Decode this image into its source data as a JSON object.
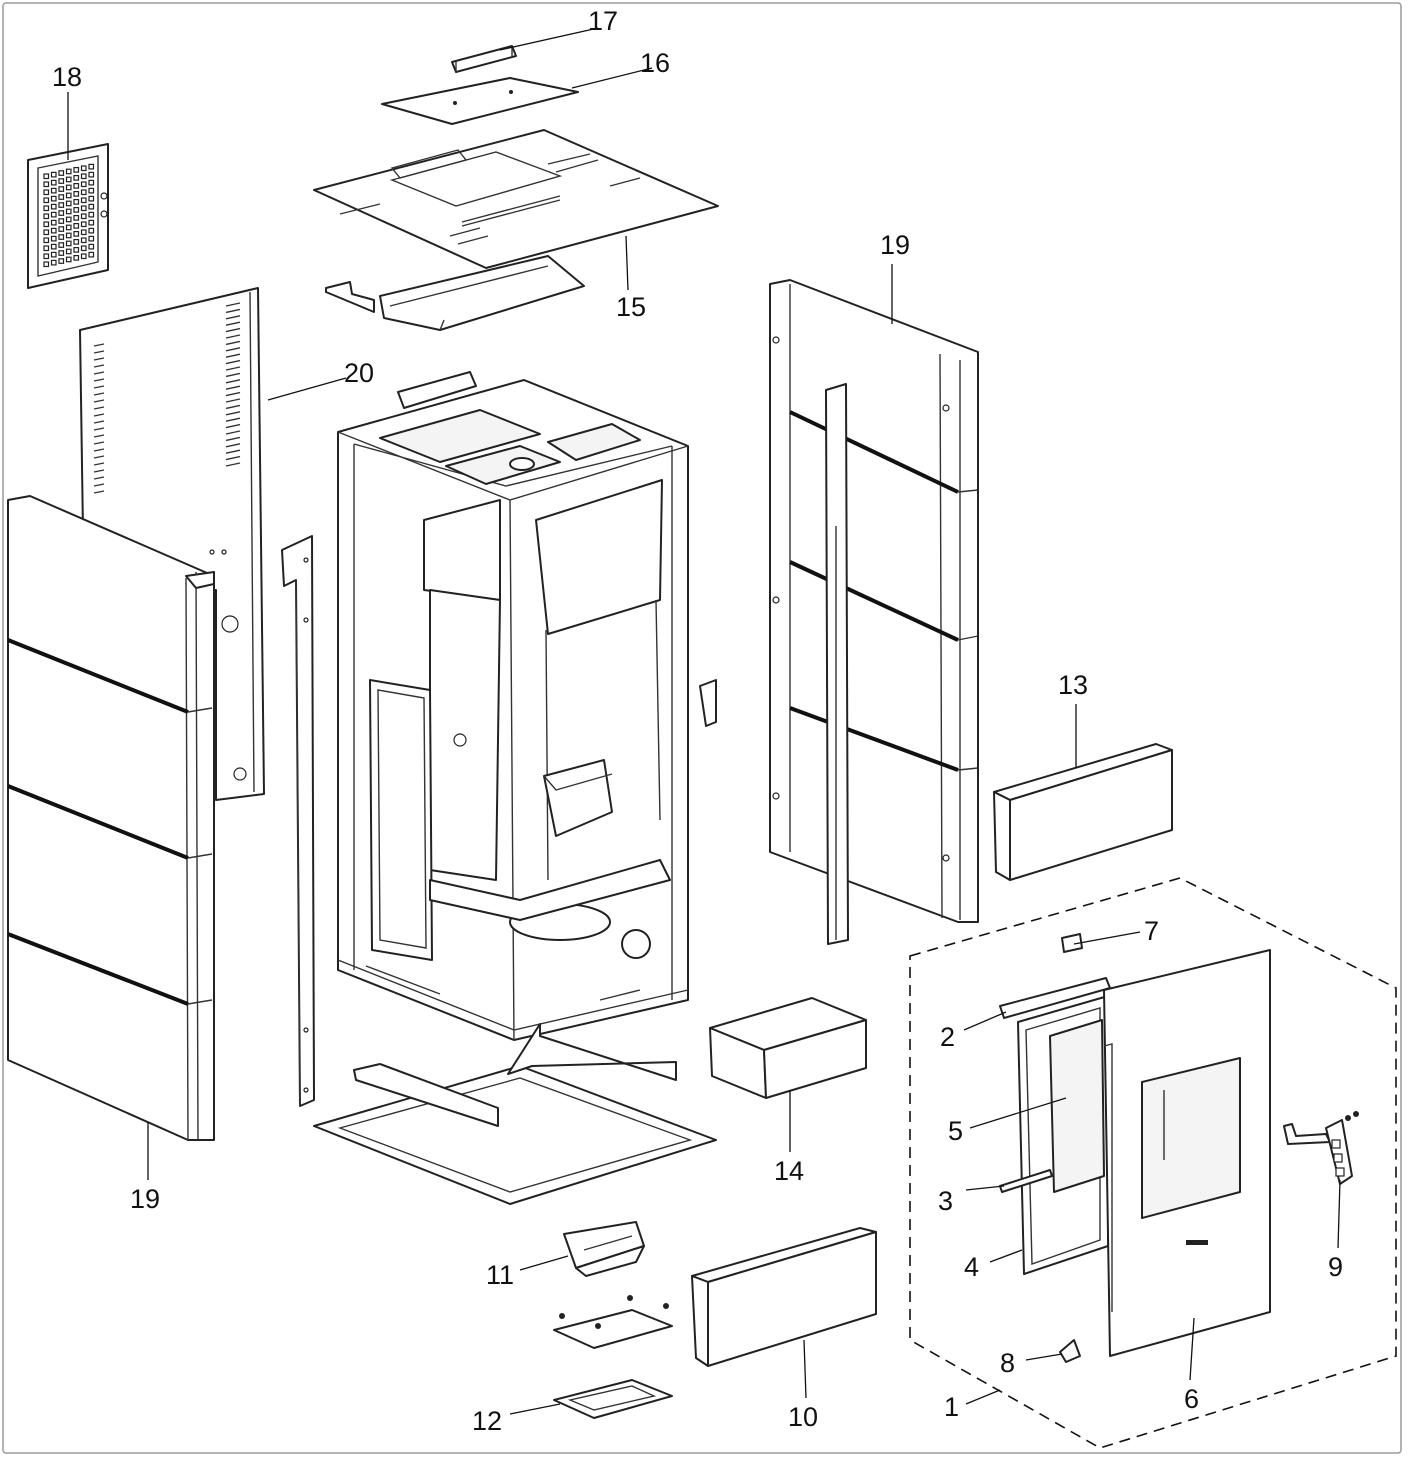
{
  "callouts": {
    "c1": "1",
    "c2": "2",
    "c3": "3",
    "c4": "4",
    "c5": "5",
    "c6": "6",
    "c7": "7",
    "c8": "8",
    "c9": "9",
    "c10": "10",
    "c11": "11",
    "c12": "12",
    "c13": "13",
    "c14": "14",
    "c15": "15",
    "c16": "16",
    "c17": "17",
    "c18": "18",
    "c19_top": "19",
    "c19_bottom": "19",
    "c20": "20"
  }
}
